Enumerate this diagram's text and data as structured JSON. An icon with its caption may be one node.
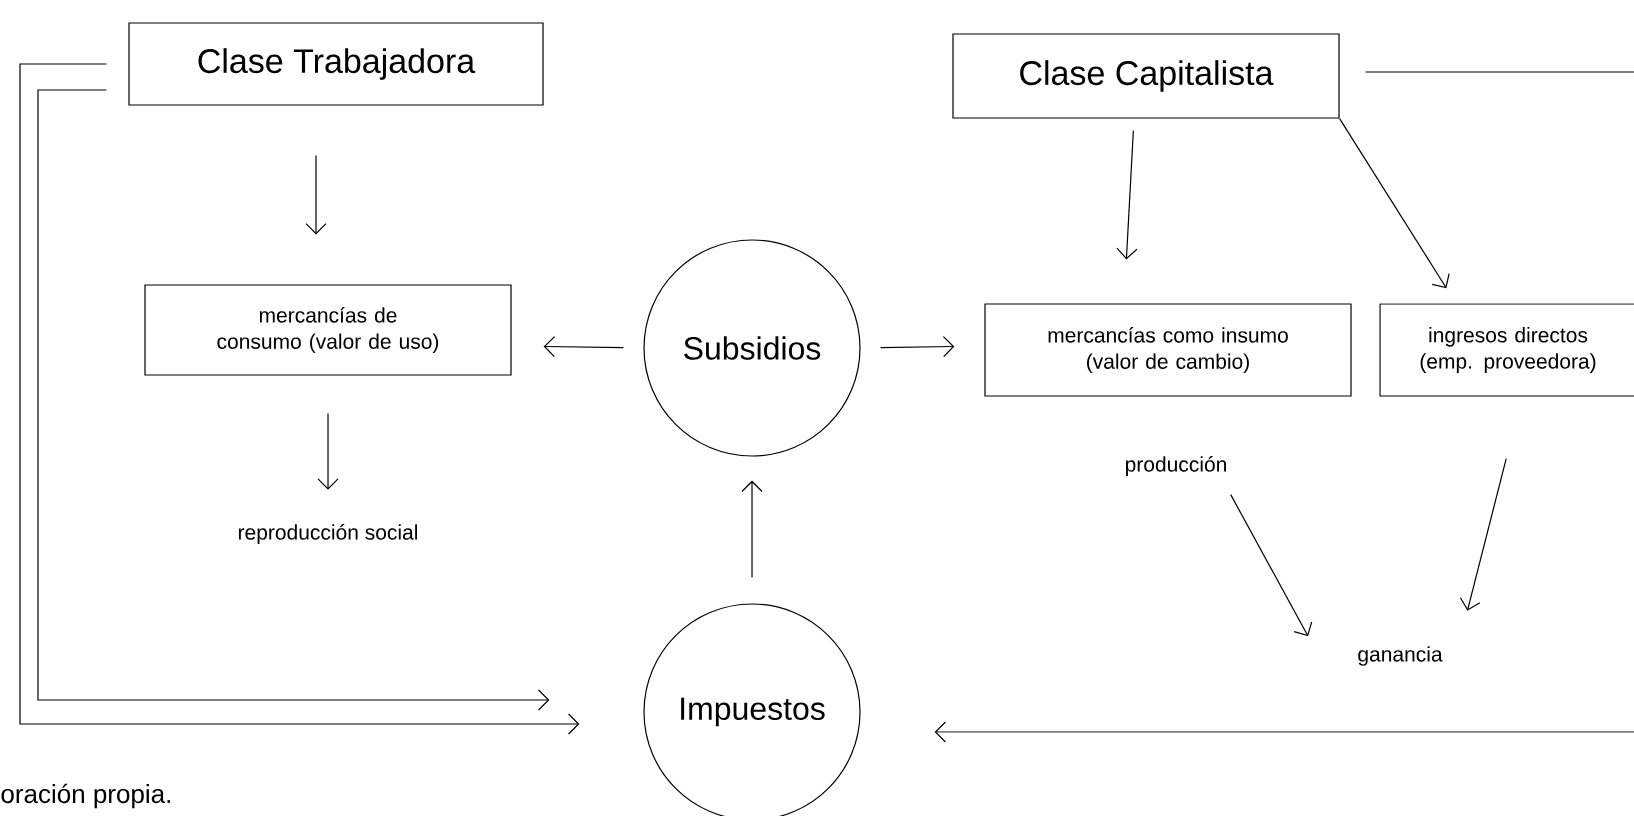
{
  "diagram": {
    "nodes": [
      {
        "text": [
          "Clase Trabajadora"
        ]
      },
      {
        "text": [
          "Clase Capitalista"
        ]
      },
      {
        "text": [
          "mercancías de consumo (valor de uso)"
        ]
      },
      {
        "text": [
          "Subsidios"
        ]
      },
      {
        "text": [
          "mercancías como insumo (valor de cambio)"
        ]
      },
      {
        "text": [
          "ingresos directos (emp. proveedora)"
        ]
      },
      {
        "text": [
          "reproducción social"
        ]
      },
      {
        "text": [
          "Impuestos"
        ]
      },
      {
        "text": [
          "producción"
        ]
      },
      {
        "text": [
          "ganancia"
        ]
      }
    ],
    "edges": [
      {
        "from": 0,
        "to": 2,
        "arrow": "to"
      },
      {
        "from": 2,
        "to": 6,
        "arrow": "to"
      },
      {
        "from": 3,
        "to": 2,
        "arrow": "to"
      },
      {
        "from": 3,
        "to": 4,
        "arrow": "to"
      },
      {
        "from": 7,
        "to": 3,
        "arrow": "to"
      },
      {
        "from": 1,
        "to": 4,
        "arrow": "to"
      },
      {
        "from": 1,
        "to": 5,
        "arrow": "to"
      },
      {
        "from": 8,
        "to": 9,
        "arrow": "to"
      },
      {
        "from": 5,
        "to": 9,
        "arrow": "to"
      },
      {
        "from": 0,
        "to": 7,
        "arrow": "to"
      },
      {
        "from": 0,
        "to": 7,
        "arrow": "to"
      },
      {
        "from": 1,
        "to": null,
        "arrow": "none"
      },
      {
        "from": null,
        "to": 7,
        "arrow": "to"
      }
    ],
    "labels": [
      "oración propia."
    ]
  }
}
